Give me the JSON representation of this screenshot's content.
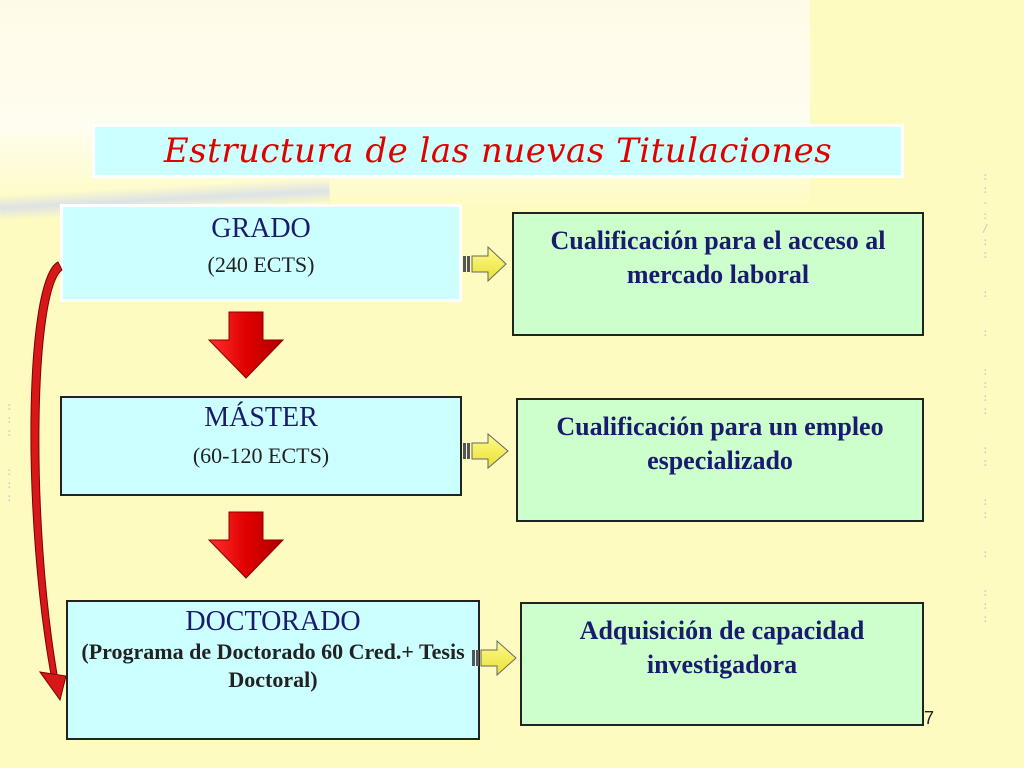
{
  "title": "Estructura de las nuevas Titulaciones",
  "levels": [
    {
      "name": "GRADO",
      "detail": "(240 ECTS)"
    },
    {
      "name": "MÁSTER",
      "detail": "(60-120 ECTS)"
    },
    {
      "name": "DOCTORADO",
      "detail": "(Programa de Doctorado  60 Cred.+ Tesis Doctoral)"
    }
  ],
  "outcomes": [
    "Cualificación para el acceso al mercado laboral",
    "Cualificación para un empleo especializado",
    "Adquisición de capacidad investigadora"
  ],
  "page_number": "7",
  "colors": {
    "background": "#fefbc0",
    "title_text": "#e00000",
    "level_box": "#ccffff",
    "outcome_box": "#ccffcc",
    "down_arrow": "#e00000",
    "side_arrow": "#f5f050",
    "curved_arrow": "#d81818"
  }
}
